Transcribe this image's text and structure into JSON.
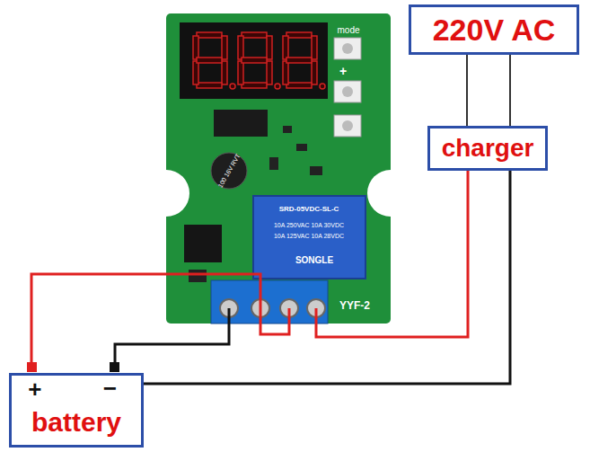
{
  "diagram": {
    "nodes": [
      {
        "text": [
          "220V AC"
        ]
      },
      {
        "text": [
          "charger"
        ]
      },
      {
        "text": [
          "+",
          "−",
          "battery"
        ]
      }
    ],
    "edges": [
      {
        "from": 0,
        "to": 1,
        "arrow": "none"
      },
      {
        "from": 0,
        "to": 1,
        "arrow": "none"
      },
      {
        "from": 1,
        "to": 2,
        "arrow": "none"
      }
    ],
    "labels": [
      "mode",
      "+",
      "100 16V RVT",
      "SRD-05VDC-SL-C",
      "10A 250VAC 10A 30VDC",
      "10A 125VAC 10A 28VDC",
      "SONGLE",
      "YYF-2"
    ]
  }
}
